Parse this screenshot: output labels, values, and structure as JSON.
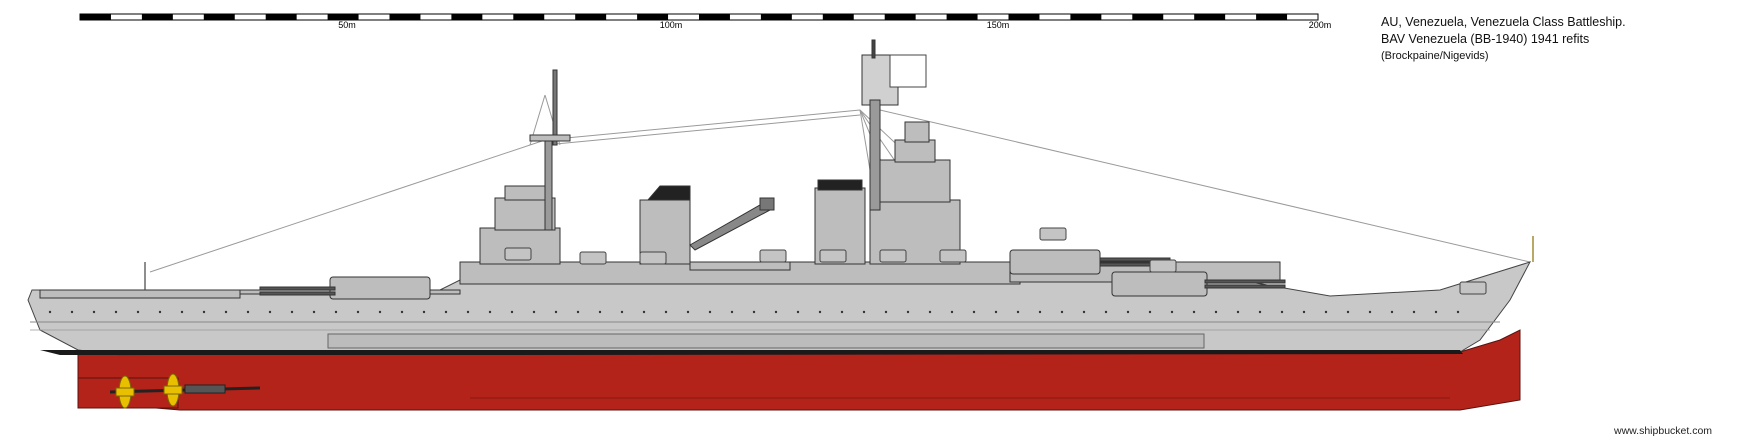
{
  "scale": {
    "labels": [
      "50m",
      "100m",
      "150m",
      "200m"
    ]
  },
  "title": {
    "line1": "AU, Venezuela, Venezuela Class Battleship.",
    "line2": "BAV Venezuela (BB-1940) 1941 refits",
    "credit": "(Brockpaine/Nigevids)"
  },
  "watermark": "www.shipbucket.com",
  "colors": {
    "hull_grey": "#c8c8c8",
    "superstructure_grey": "#bdbdbd",
    "boot_topping": "#1a1a1a",
    "antifouling_red": "#b3231a",
    "propeller_yellow": "#e8c000",
    "rigging": "#9a9a9a"
  }
}
